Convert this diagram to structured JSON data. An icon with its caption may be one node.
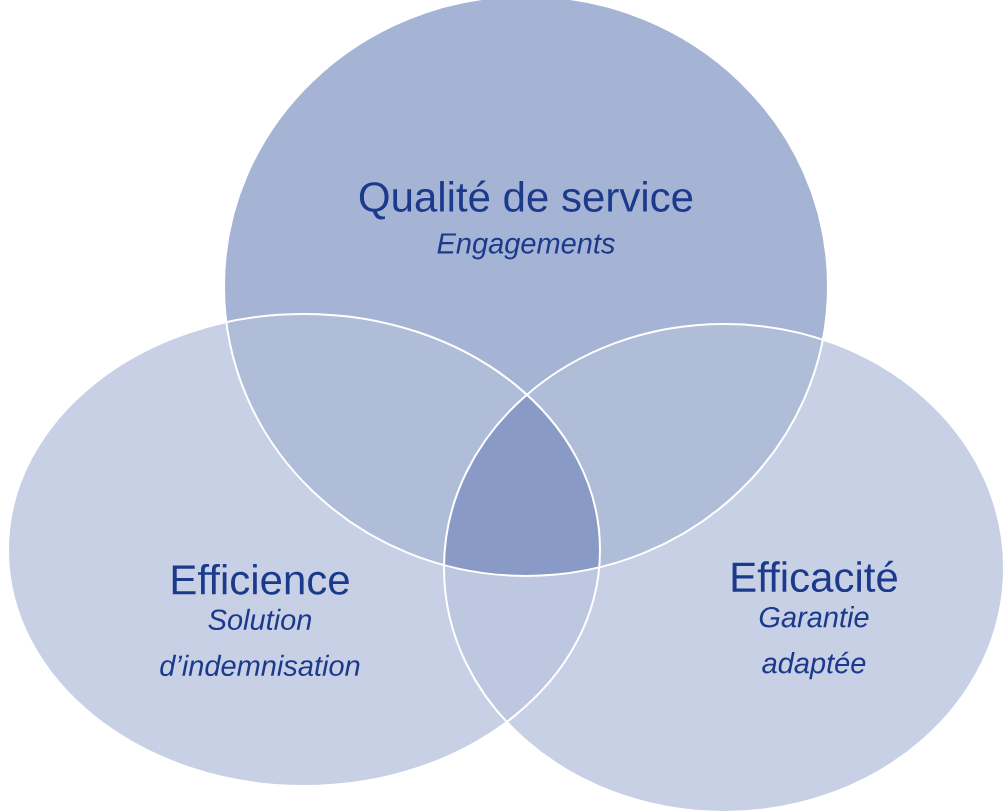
{
  "diagram": {
    "nodes": [
      {
        "text": [
          "Qualité de service",
          "Engagements"
        ]
      },
      {
        "text": [
          "Efficience",
          "Solution d’indemnisation"
        ]
      },
      {
        "text": [
          "Efficacité",
          "Garantie adaptée"
        ]
      }
    ]
  }
}
